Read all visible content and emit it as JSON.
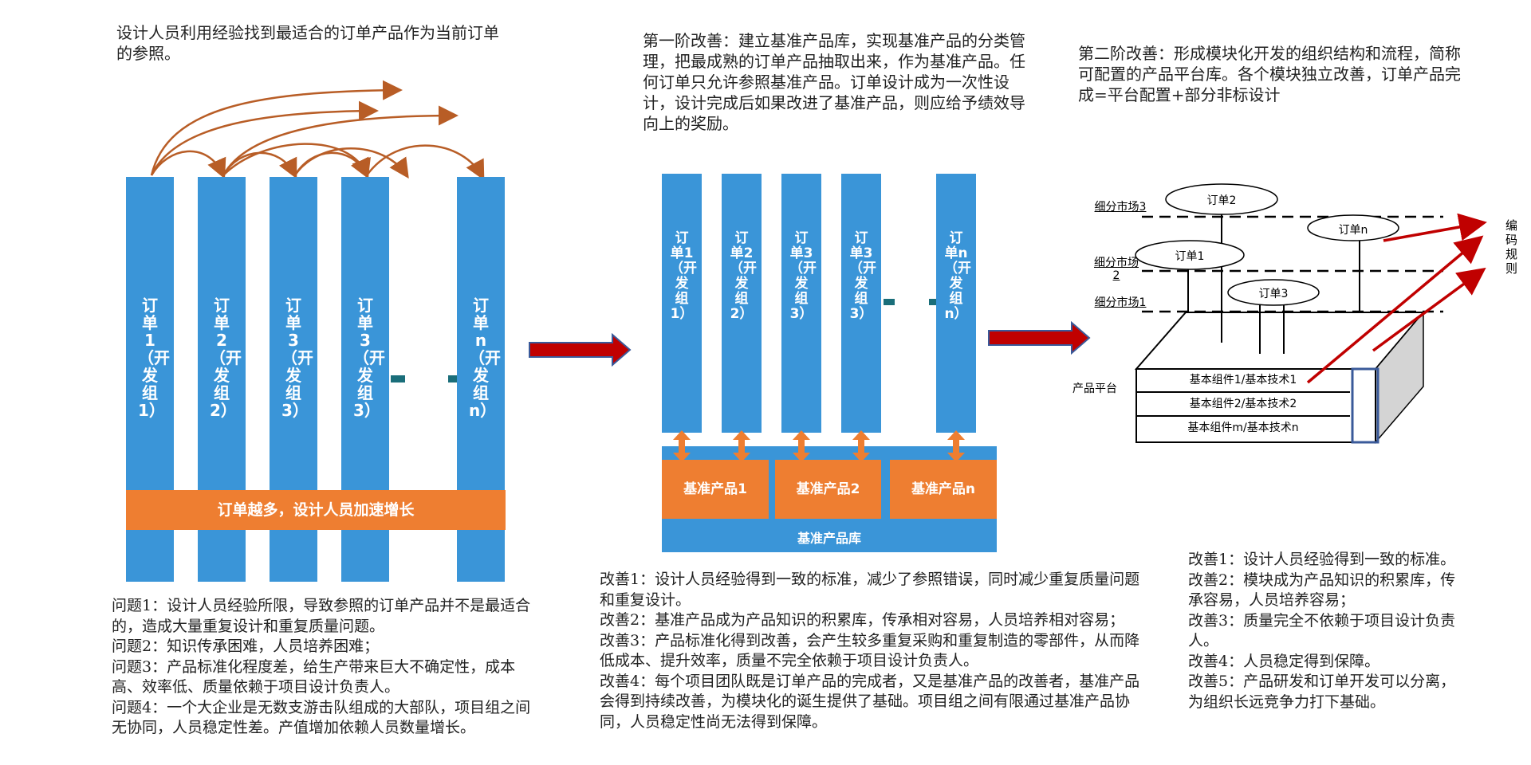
{
  "left": {
    "caption": "设计人员利用经验找到最适合的订单产品作为当前订单的参照。",
    "bars": [
      "订单1（开发组1）",
      "订单2（开发组2）",
      "订单3（开发组3）",
      "订单3（开发组3）",
      "订单n（开发组n）"
    ],
    "banner": "订单越多，设计人员加速增长",
    "problems": [
      "问题1：设计人员经验所限，导致参照的订单产品并不是最适合的，造成大量重复设计和重复质量问题。",
      "问题2：知识传承困难，人员培养困难；",
      "问题3：产品标准化程度差，给生产带来巨大不确定性，成本高、效率低、质量依赖于项目设计负责人。",
      "问题4：一个大企业是无数支游击队组成的大部队，项目组之间无协同，人员稳定性差。产值增加依赖人员数量增长。"
    ]
  },
  "middle": {
    "caption": "第一阶改善：建立基准产品库，实现基准产品的分类管理，把最成熟的订单产品抽取出来，作为基准产品。任何订单只允许参照基准产品。订单设计成为一次性设计，设计完成后如果改进了基准产品，则应给予绩效导向上的奖励。",
    "bars": [
      "订单1（开发组1）",
      "订单2（开发组2）",
      "订单3（开发组3）",
      "订单3（开发组3）",
      "订单n（开发组n）"
    ],
    "base_products": [
      "基准产品1",
      "基准产品2",
      "基准产品n"
    ],
    "library": "基准产品库",
    "improvements": [
      "改善1：设计人员经验得到一致的标准，减少了参照错误，同时减少重复质量问题和重复设计。",
      "改善2：基准产品成为产品知识的积累库，传承相对容易，人员培养相对容易；",
      "改善3：产品标准化得到改善，会产生较多重复采购和重复制造的零部件，从而降低成本、提升效率，质量不完全依赖于项目设计负责人。",
      "改善4：每个项目团队既是订单产品的完成者，又是基准产品的改善者，基准产品会得到持续改善，为模块化的诞生提供了基础。项目组之间有限通过基准产品协同，人员稳定性尚无法得到保障。"
    ]
  },
  "right": {
    "caption": "第二阶改善：形成模块化开发的组织结构和流程，简称可配置的产品平台库。各个模块独立改善，订单产品完成=平台配置+部分非标设计",
    "orders": [
      "订单2",
      "订单n",
      "订单1",
      "订单3"
    ],
    "markets": [
      "细分市场3",
      "细分市场2",
      "细分市场1"
    ],
    "platform_label": "产品平台",
    "components": [
      "基本组件1/基本技术1",
      "基本组件2/基本技术2",
      "基本组件m/基本技术n"
    ],
    "coding_rule": "编码规则",
    "improvements": [
      "改善1：设计人员经验得到一致的标准。",
      "改善2：模块成为产品知识的积累库，传承容易，人员培养容易；",
      "改善3：质量完全不依赖于项目设计负责人。",
      "改善4：人员稳定得到保障。",
      "改善5：产品研发和订单开发可以分离，为组织长远竞争力打下基础。"
    ]
  },
  "colors": {
    "bar_blue": "#3a95d8",
    "orange": "#ee7e31",
    "red": "#c00000",
    "brown_arrow": "#b85d26"
  }
}
